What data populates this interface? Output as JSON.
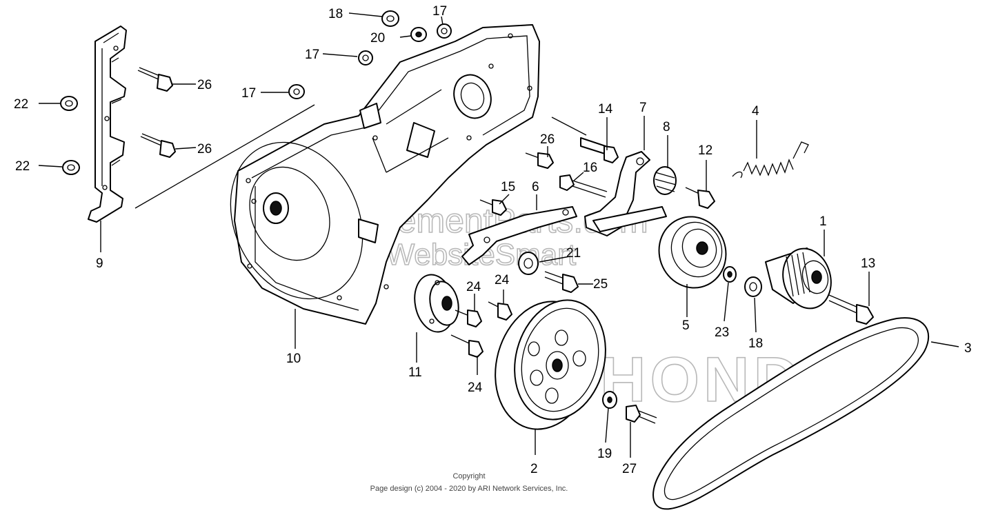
{
  "parts": [
    {
      "id": "p1",
      "label": "1"
    },
    {
      "id": "p2",
      "label": "2"
    },
    {
      "id": "p3",
      "label": "3"
    },
    {
      "id": "p4",
      "label": "4"
    },
    {
      "id": "p5",
      "label": "5"
    },
    {
      "id": "p6",
      "label": "6"
    },
    {
      "id": "p7",
      "label": "7"
    },
    {
      "id": "p8",
      "label": "8"
    },
    {
      "id": "p9",
      "label": "9"
    },
    {
      "id": "p10",
      "label": "10"
    },
    {
      "id": "p11",
      "label": "11"
    },
    {
      "id": "p12",
      "label": "12"
    },
    {
      "id": "p13",
      "label": "13"
    },
    {
      "id": "p14",
      "label": "14"
    },
    {
      "id": "p15",
      "label": "15"
    },
    {
      "id": "p16",
      "label": "16"
    },
    {
      "id": "p17a",
      "label": "17"
    },
    {
      "id": "p17b",
      "label": "17"
    },
    {
      "id": "p17c",
      "label": "17"
    },
    {
      "id": "p18a",
      "label": "18"
    },
    {
      "id": "p18b",
      "label": "18"
    },
    {
      "id": "p19",
      "label": "19"
    },
    {
      "id": "p20",
      "label": "20"
    },
    {
      "id": "p21",
      "label": "21"
    },
    {
      "id": "p22a",
      "label": "22"
    },
    {
      "id": "p22b",
      "label": "22"
    },
    {
      "id": "p23",
      "label": "23"
    },
    {
      "id": "p24a",
      "label": "24"
    },
    {
      "id": "p24b",
      "label": "24"
    },
    {
      "id": "p24c",
      "label": "24"
    },
    {
      "id": "p25",
      "label": "25"
    },
    {
      "id": "p26a",
      "label": "26"
    },
    {
      "id": "p26b",
      "label": "26"
    },
    {
      "id": "p26c",
      "label": "26"
    },
    {
      "id": "p27",
      "label": "27"
    }
  ],
  "watermark": {
    "line1": "ReplacementParts.com",
    "line2": "ARI WebsiteSmart",
    "brand": "HONDA"
  },
  "footer": {
    "copyright_heading": "Copyright",
    "copyright_text": "Page design (c) 2004 - 2020 by ARI Network Services, Inc."
  }
}
